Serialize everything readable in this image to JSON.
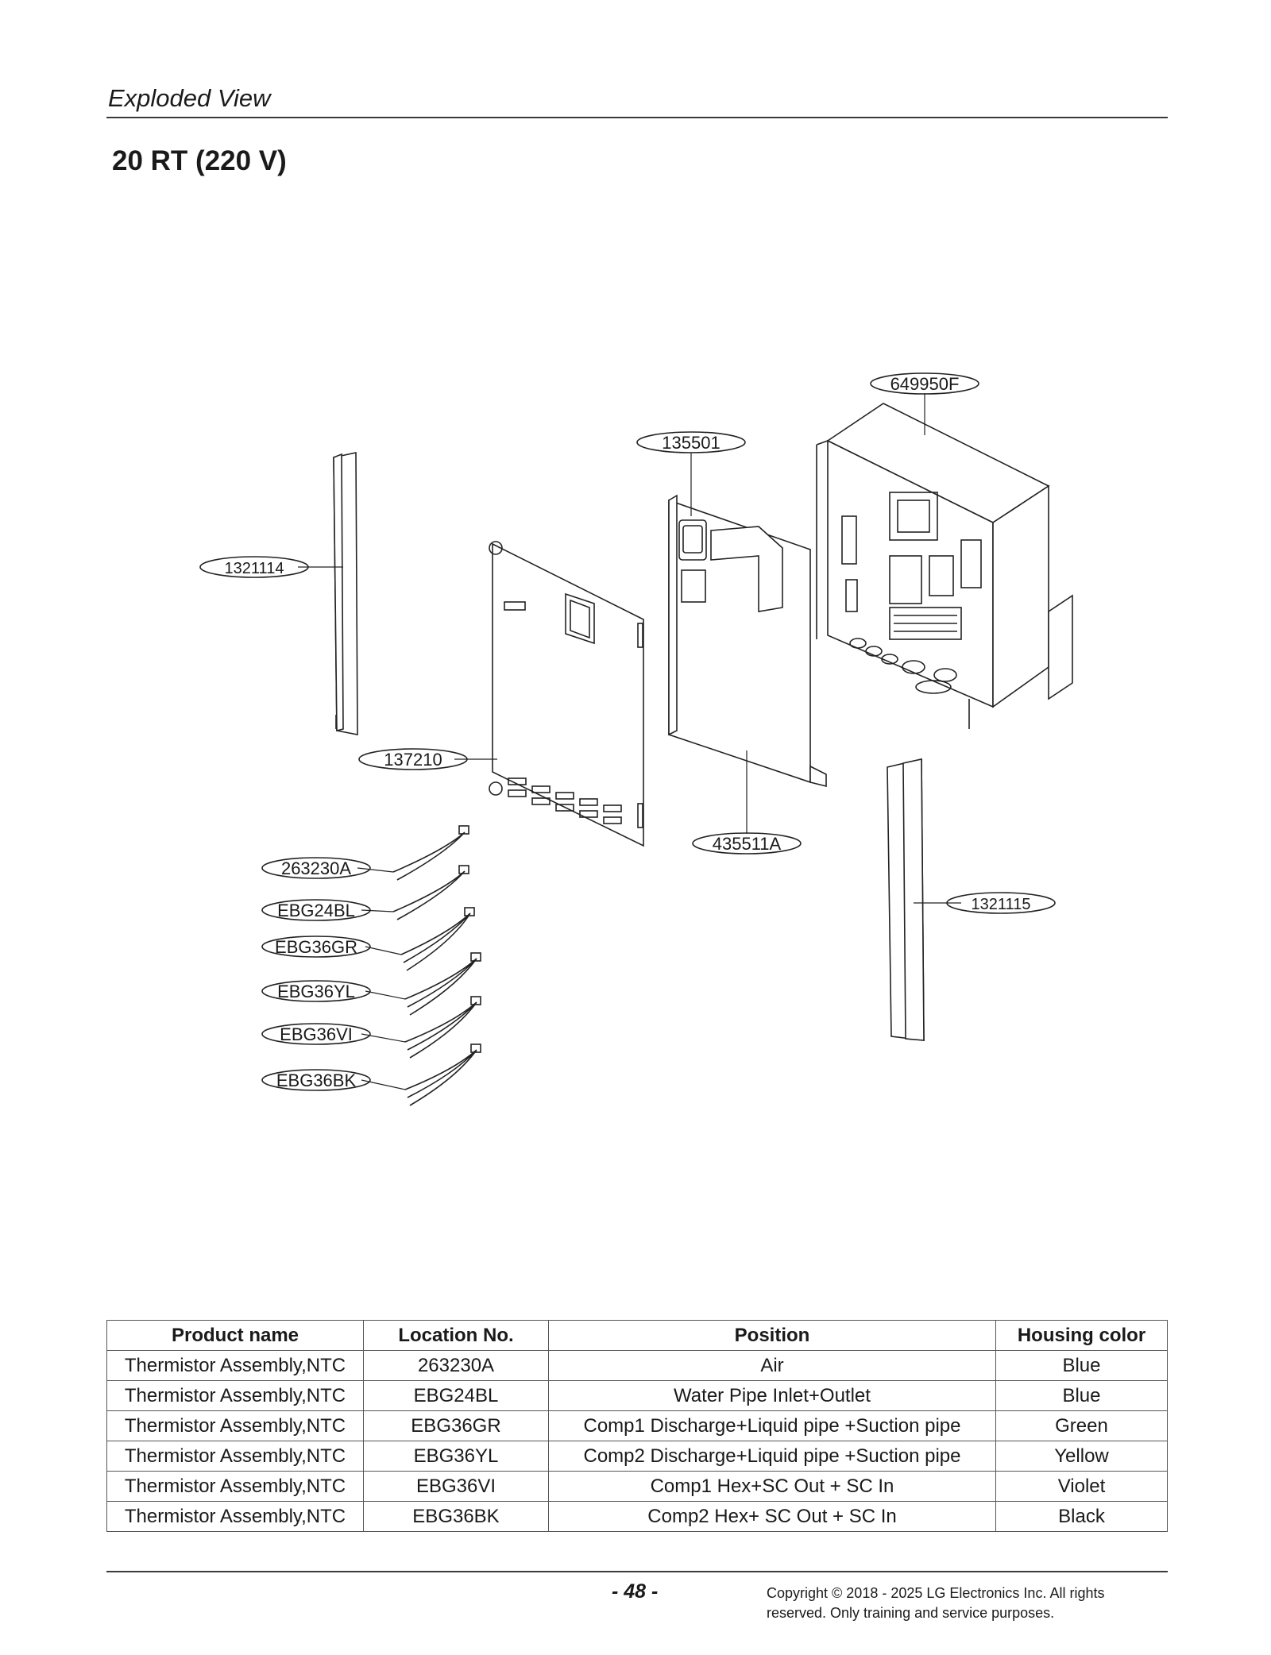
{
  "header": {
    "section": "Exploded View",
    "model": "20 RT (220 V)"
  },
  "diagram": {
    "callouts": [
      "649950F",
      "135501",
      "1321114",
      "137210",
      "435511A",
      "1321115",
      "263230A",
      "EBG24BL",
      "EBG36GR",
      "EBG36YL",
      "EBG36VI",
      "EBG36BK"
    ]
  },
  "table": {
    "headers": [
      "Product name",
      "Location No.",
      "Position",
      "Housing color"
    ],
    "rows": [
      [
        "Thermistor Assembly,NTC",
        "263230A",
        "Air",
        "Blue"
      ],
      [
        "Thermistor Assembly,NTC",
        "EBG24BL",
        "Water Pipe Inlet+Outlet",
        "Blue"
      ],
      [
        "Thermistor Assembly,NTC",
        "EBG36GR",
        "Comp1 Discharge+Liquid pipe +Suction pipe",
        "Green"
      ],
      [
        "Thermistor Assembly,NTC",
        "EBG36YL",
        "Comp2 Discharge+Liquid pipe +Suction pipe",
        "Yellow"
      ],
      [
        "Thermistor Assembly,NTC",
        "EBG36VI",
        "Comp1 Hex+SC Out + SC In",
        "Violet"
      ],
      [
        "Thermistor Assembly,NTC",
        "EBG36BK",
        "Comp2 Hex+ SC Out + SC In",
        "Black"
      ]
    ]
  },
  "footer": {
    "page": "- 48 -",
    "copyright_line1": "Copyright © 2018 - 2025 LG Electronics Inc. All rights",
    "copyright_line2": "reserved. Only training and service purposes."
  }
}
